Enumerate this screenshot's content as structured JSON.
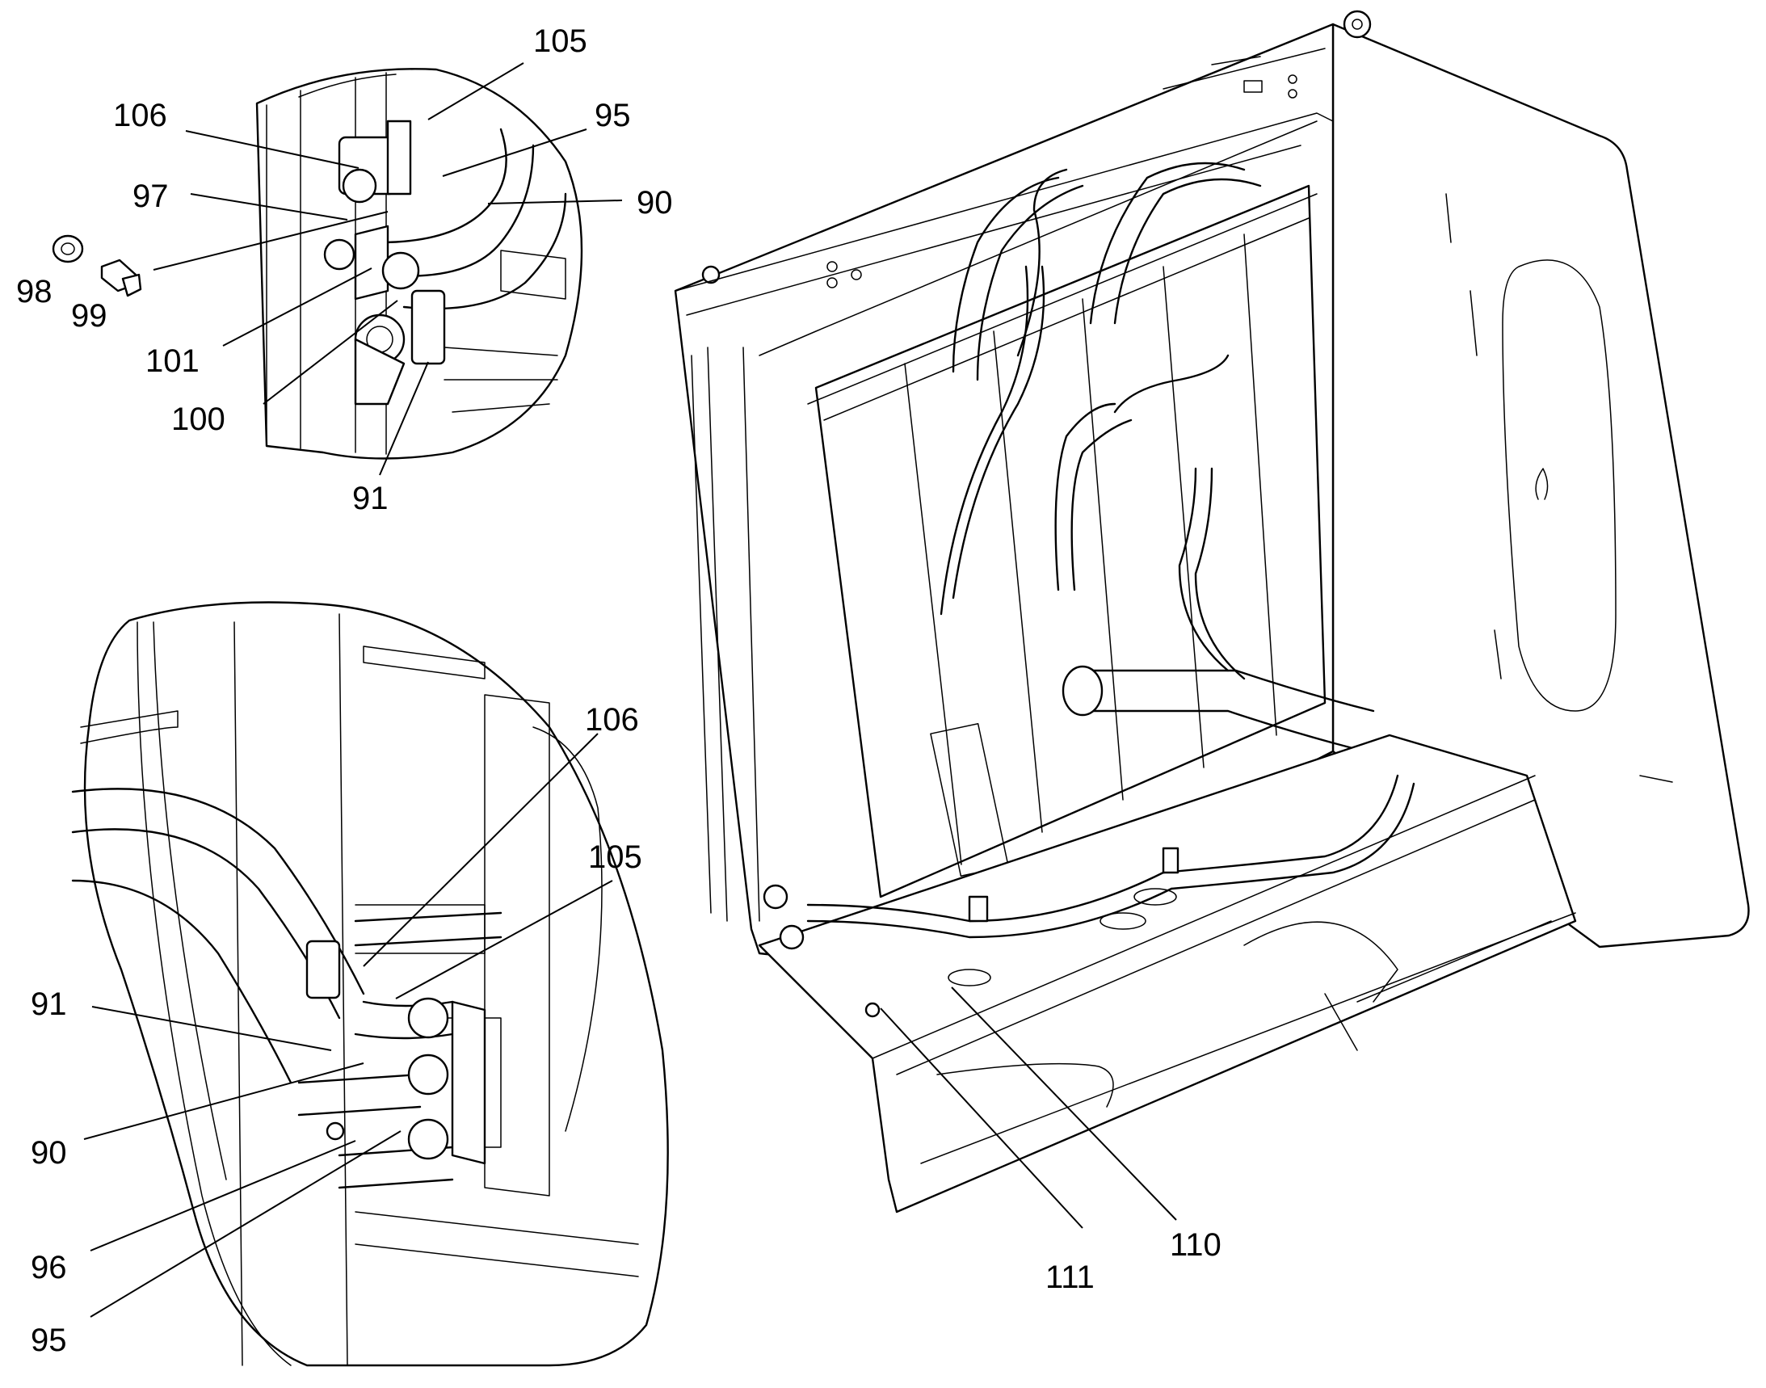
{
  "callouts": {
    "top_detail": [
      "106",
      "105",
      "95",
      "97",
      "90",
      "98",
      "99",
      "101",
      "100",
      "91"
    ],
    "bottom_detail": [
      "106",
      "105",
      "91",
      "90",
      "96",
      "95"
    ],
    "main_view": [
      "111",
      "110"
    ]
  }
}
